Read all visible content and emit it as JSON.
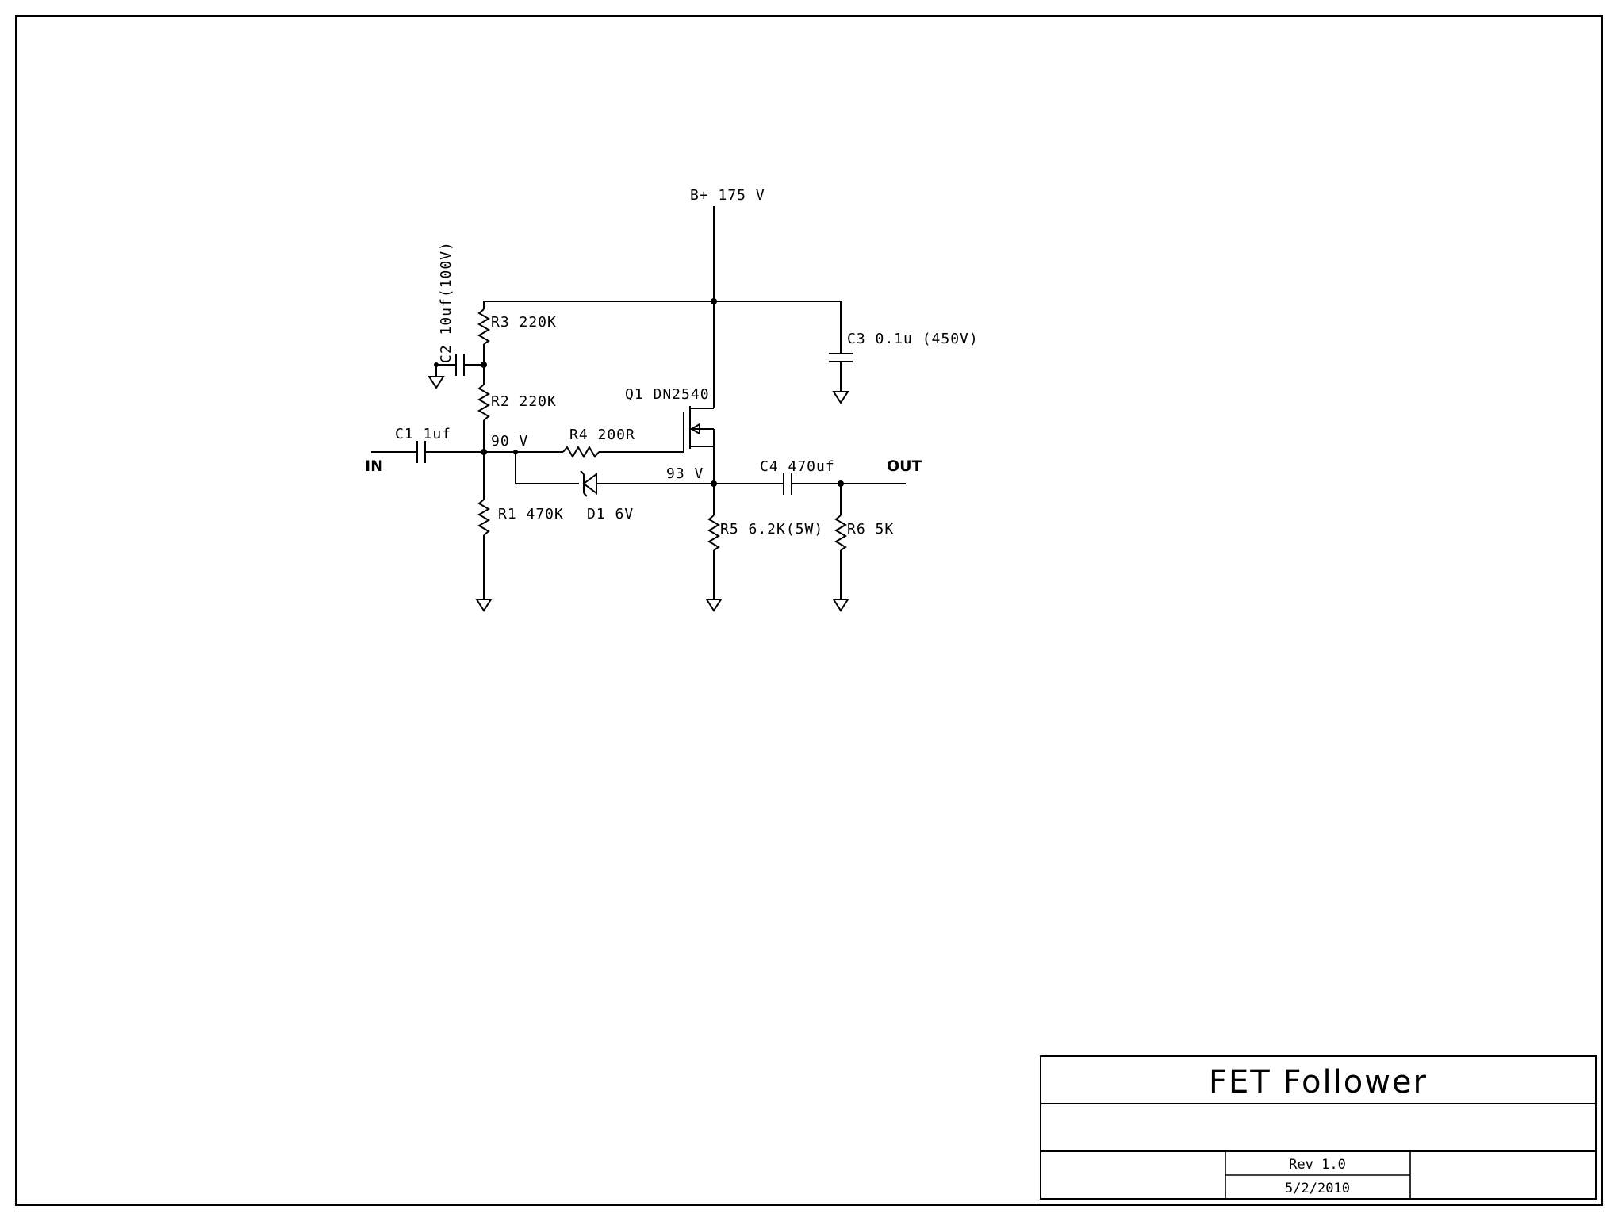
{
  "power": {
    "label": "B+ 175 V"
  },
  "ports": {
    "input": "IN",
    "output": "OUT"
  },
  "components": {
    "C1": "C1 1uf",
    "C2": "C2 10uf(100V)",
    "C3": "C3 0.1u (450V)",
    "C4": "C4 470uf",
    "R1": "R1 470K",
    "R2": "R2 220K",
    "R3": "R3 220K",
    "R4": "R4 200R",
    "R5": "R5 6.2K(5W)",
    "R6": "R6 5K",
    "D1": "D1 6V",
    "Q1": "Q1 DN2540"
  },
  "nodes": {
    "gate_voltage": "90 V",
    "source_voltage": "93 V"
  },
  "title_block": {
    "title": "FET Follower",
    "revision": "Rev 1.0",
    "date": "5/2/2010"
  }
}
